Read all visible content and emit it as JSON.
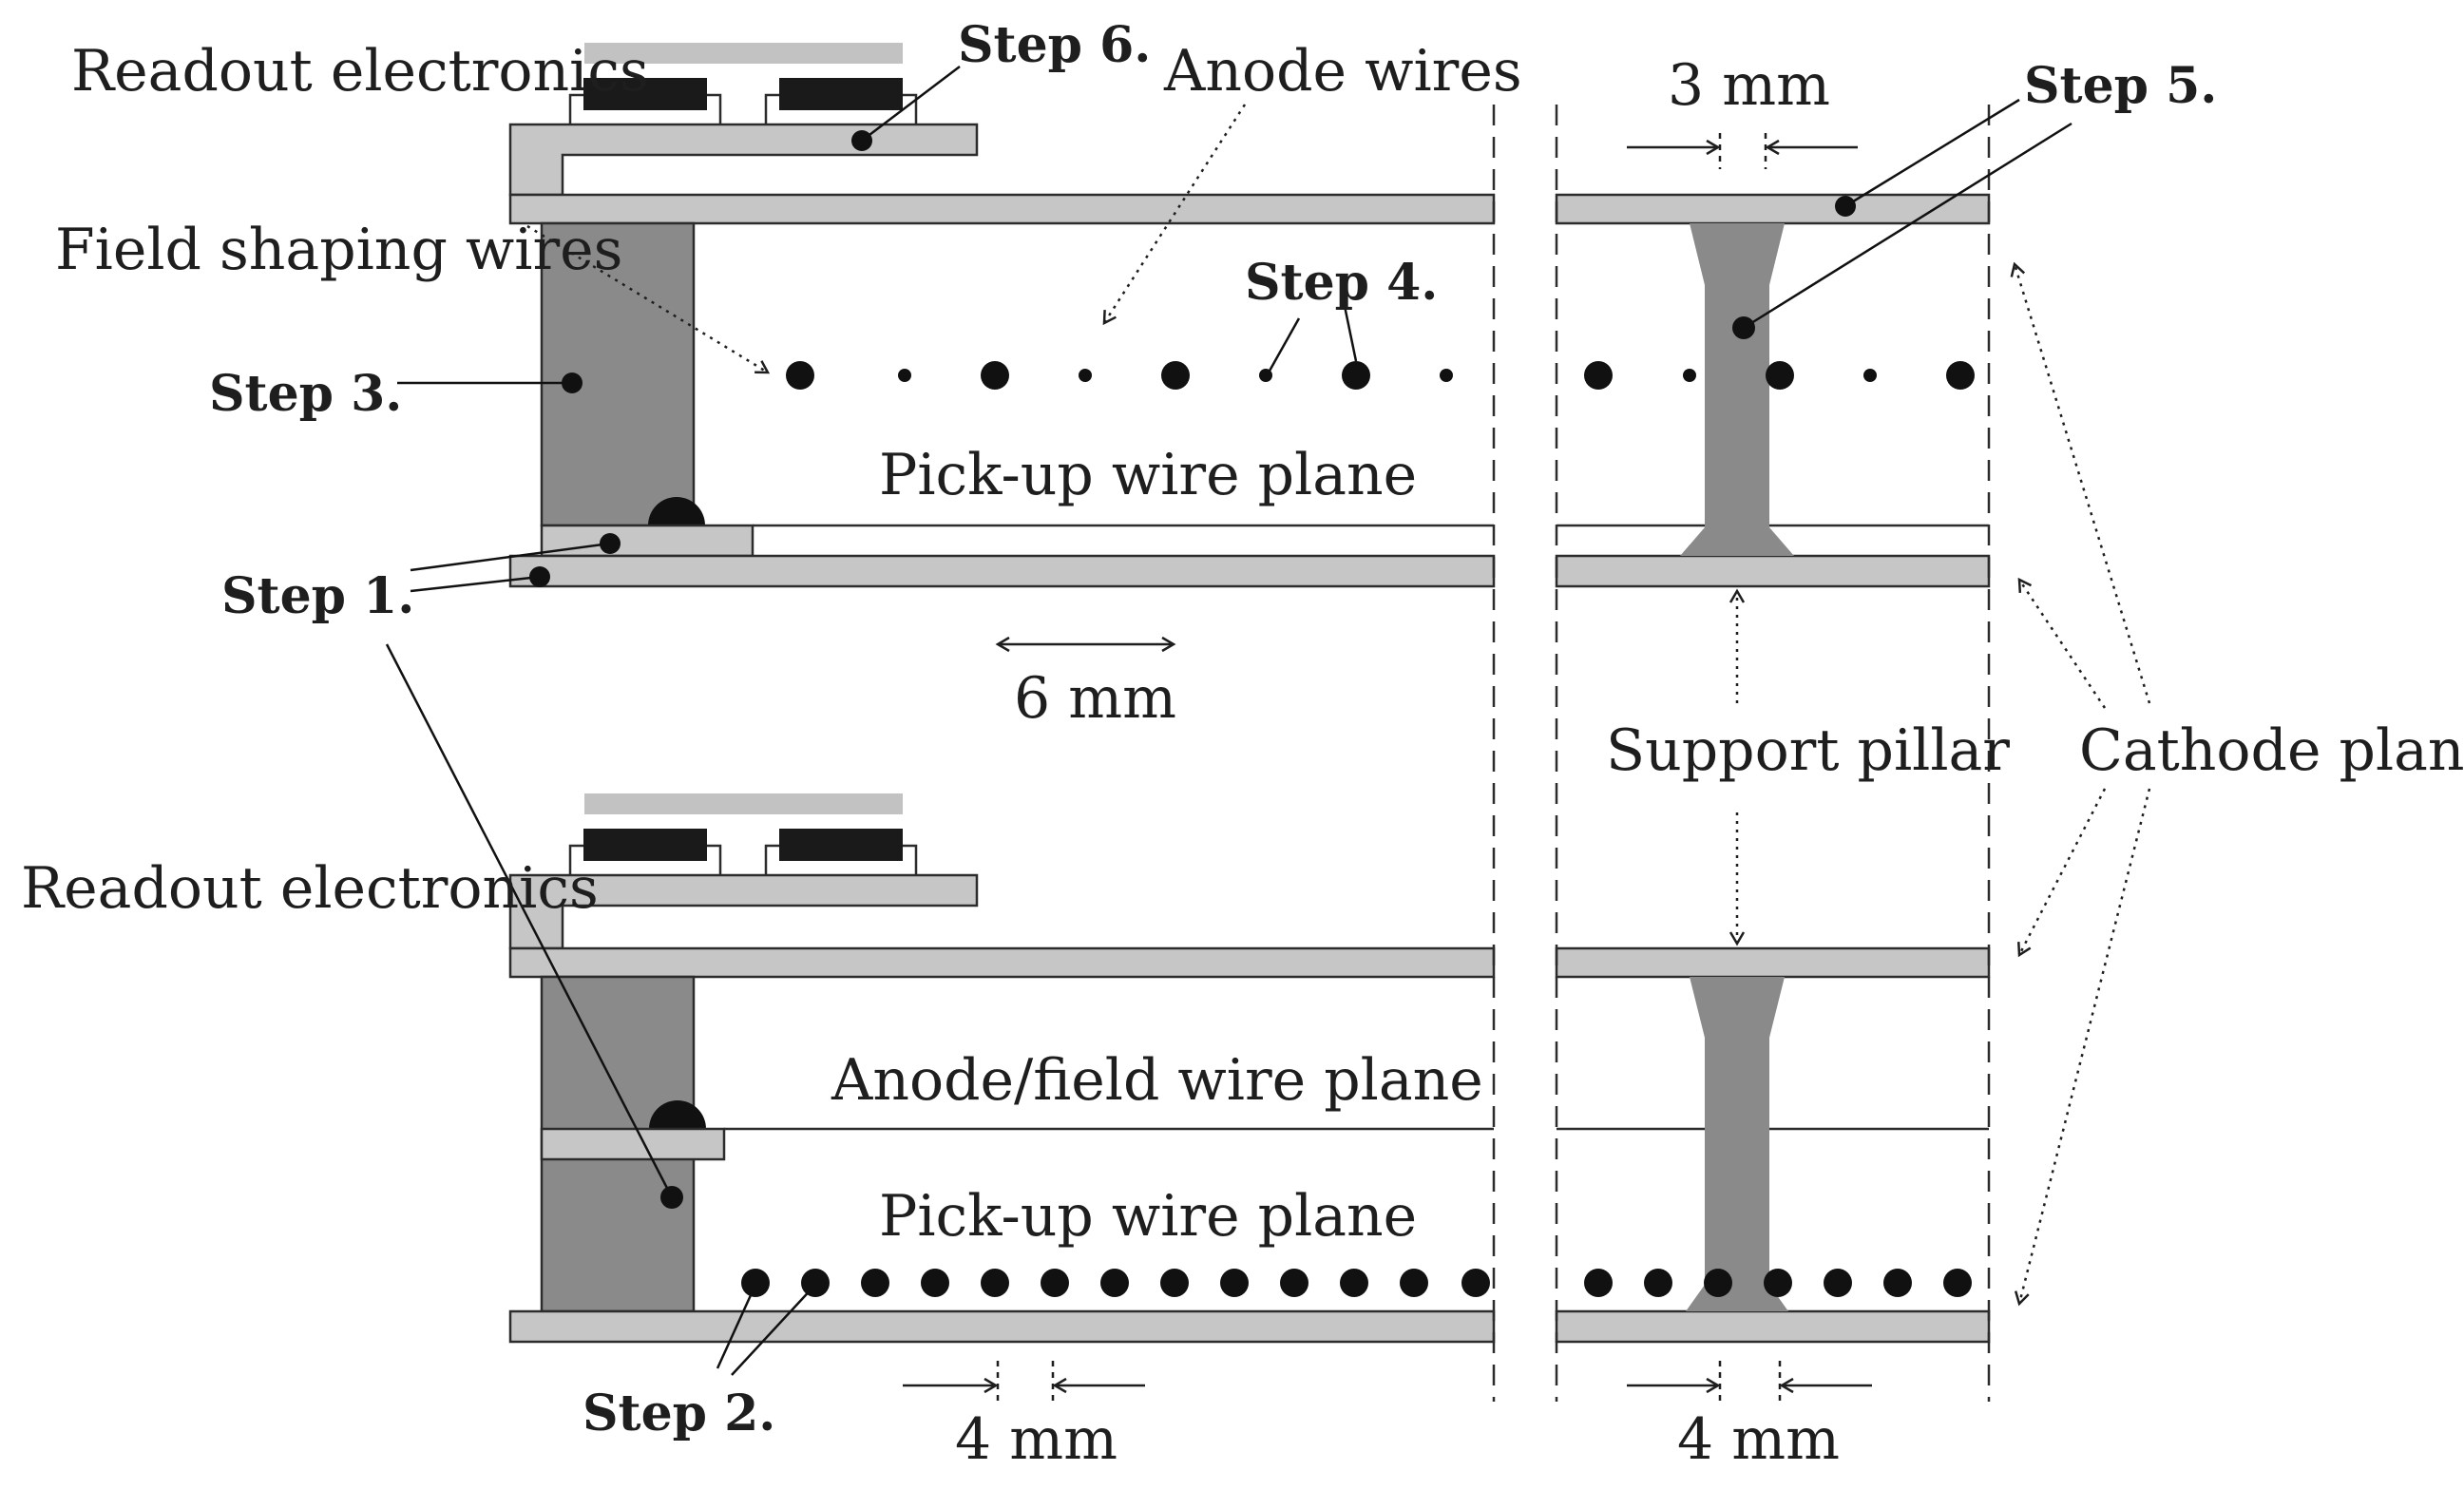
{
  "labels": {
    "readout_electronics_top": "Readout electronics",
    "readout_electronics_bottom": "Readout electronics",
    "anode_wires": "Anode wires",
    "field_shaping_wires": "Field shaping wires",
    "pickup_wire_plane_top": "Pick-up wire plane",
    "pickup_wire_plane_bottom": "Pick-up wire plane",
    "anode_field_wire_plane": "Anode/field wire plane",
    "support_pillar": "Support pillar",
    "cathode_planes": "Cathode planes"
  },
  "steps": {
    "step1": "Step 1.",
    "step2": "Step 2.",
    "step3": "Step 3.",
    "step4": "Step 4.",
    "step5": "Step 5.",
    "step6": "Step 6."
  },
  "dimensions": {
    "dim_3mm": "3 mm",
    "dim_6mm": "6 mm",
    "dim_4mm_left": "4 mm",
    "dim_4mm_right": "4 mm"
  },
  "colors": {
    "frame": "#2c2c2c",
    "plate": "#c6c6c6",
    "pillar": "#8a8a8a",
    "chip": "#1a1a1a",
    "chip_cover": "#c2c2c2",
    "wire": "#111111"
  }
}
